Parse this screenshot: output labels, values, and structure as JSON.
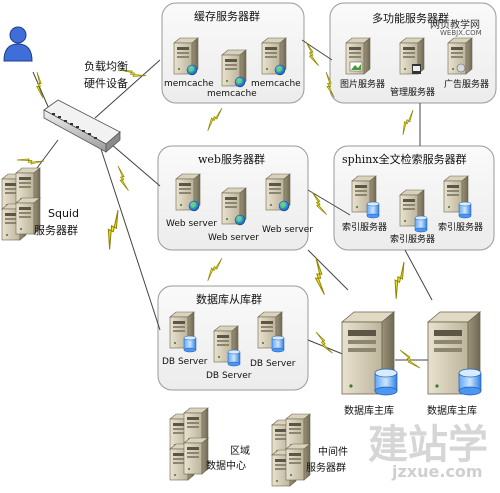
{
  "user": {
    "icon": "user-icon"
  },
  "load_balancer": {
    "label_line1": "负载均衡",
    "label_line2": "硬件设备"
  },
  "squid": {
    "label_line1": "Squid",
    "label_line2": "服务器群"
  },
  "cache_group": {
    "title": "缓存服务器群",
    "servers": [
      "memcache",
      "memcache",
      "memcache"
    ]
  },
  "multi_group": {
    "title": "多功能服务器群",
    "servers": [
      "图片服务器",
      "管理服务器",
      "广告服务器"
    ]
  },
  "web_group": {
    "title": "web服务器群",
    "servers": [
      "Web server",
      "Web server",
      "Web server"
    ]
  },
  "sphinx_group": {
    "title": "sphinx全文检索服务器群",
    "servers": [
      "索引服务器",
      "索引服务器",
      "索引服务器"
    ]
  },
  "db_slave_group": {
    "title": "数据库从库群",
    "servers": [
      "DB Server",
      "DB Server",
      "DB Server"
    ]
  },
  "db_master": [
    "数据库主库",
    "数据库主库"
  ],
  "region_dc": {
    "line1": "区域",
    "line2": "数据中心"
  },
  "middleware": {
    "line1": "中间件",
    "line2": "服务器群"
  },
  "watermarks": {
    "top_right_line1": "网页教学网",
    "top_right_line2": "WEBJX.COM",
    "bottom_big": "建站学",
    "bottom_url": "jzxue.com"
  },
  "colors": {
    "bolt": "#f5e81a",
    "bolt_stroke": "#8a8400",
    "box_fill": "#f2f2f2",
    "box_stroke": "#9a9a9a"
  }
}
